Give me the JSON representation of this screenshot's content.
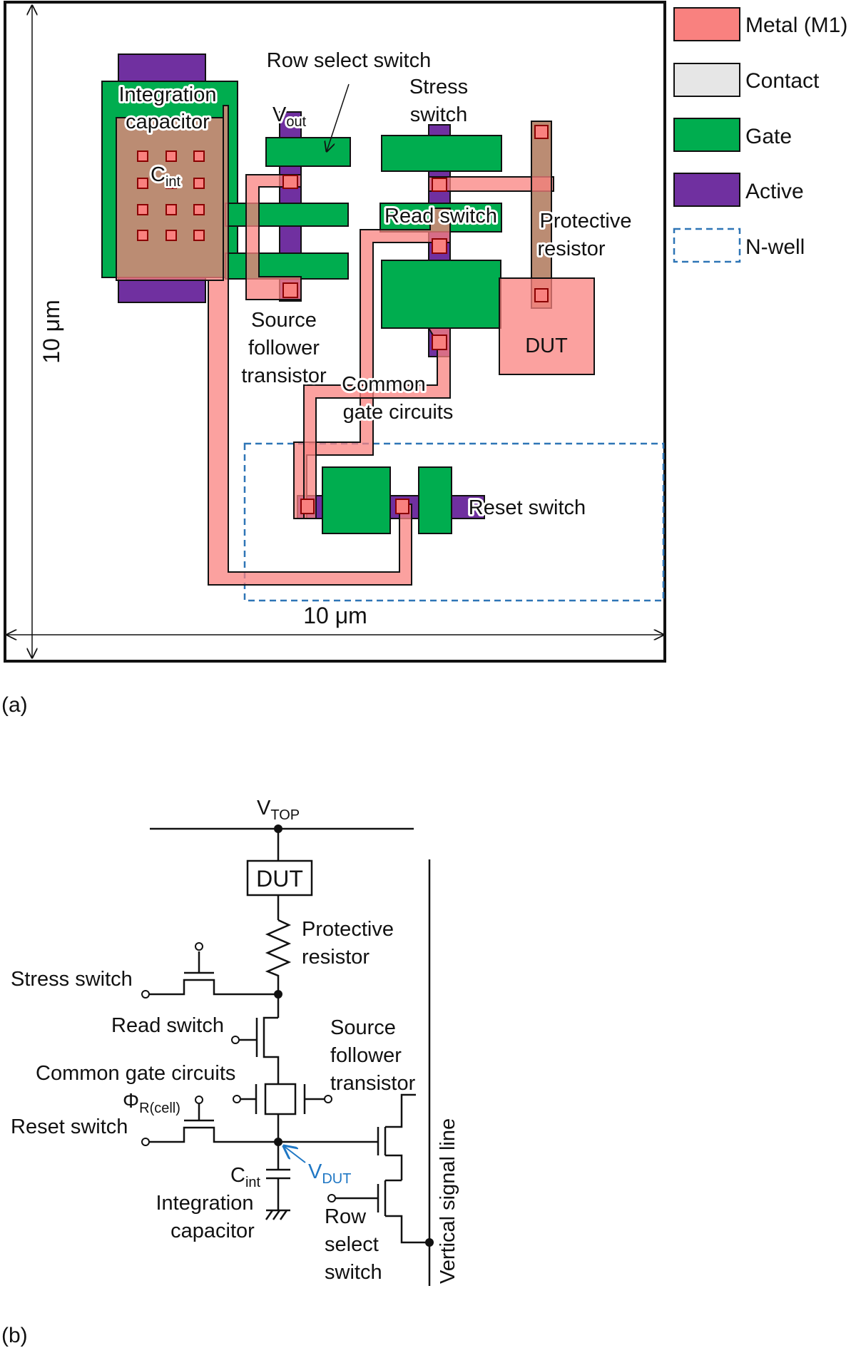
{
  "panel_a": {
    "panel_label": "(a)",
    "legend": [
      {
        "label": "Metal (M1)",
        "color": "#f9817f"
      },
      {
        "label": "Contact",
        "color": "#e6e6e6"
      },
      {
        "label": "Gate",
        "color": "#00ad4f"
      },
      {
        "label": "Active",
        "color": "#7030a0"
      },
      {
        "label": "N-well",
        "color": "#2e75b6"
      }
    ],
    "dim_vertical": "10 μm",
    "dim_horizontal": "10 μm",
    "labels": {
      "integration_capacitor": [
        "Integration",
        "capacitor"
      ],
      "cint_main": "C",
      "cint_sub": "int",
      "vout_main": "V",
      "vout_sub": "out",
      "row_select_switch": "Row select switch",
      "stress_switch": [
        "Stress",
        "switch"
      ],
      "read_switch": "Read switch",
      "protective_resistor": [
        "Protective",
        "resistor"
      ],
      "dut": "DUT",
      "source_follower": [
        "Source",
        "follower",
        "transistor"
      ],
      "common_gate": [
        "Common",
        "gate circuits"
      ],
      "reset_switch": "Reset switch"
    }
  },
  "panel_b": {
    "panel_label": "(b)",
    "vtop_main": "V",
    "vtop_sub": "TOP",
    "dut": "DUT",
    "protective_resistor": [
      "Protective",
      "resistor"
    ],
    "stress_switch": "Stress switch",
    "read_switch": "Read switch",
    "source_follower": [
      "Source",
      "follower",
      "transistor"
    ],
    "common_gate": "Common gate circuits",
    "phi_main": "Φ",
    "phi_sub": "R(cell)",
    "reset_switch": "Reset switch",
    "vdut_main": "V",
    "vdut_sub": "DUT",
    "cint_main": "C",
    "cint_sub": "int",
    "integration_capacitor": [
      "Integration",
      "capacitor"
    ],
    "row_select_switch": [
      "Row",
      "select",
      "switch"
    ],
    "vertical_signal_line": "Vertical signal line",
    "accent_color": "#1f77c4"
  }
}
